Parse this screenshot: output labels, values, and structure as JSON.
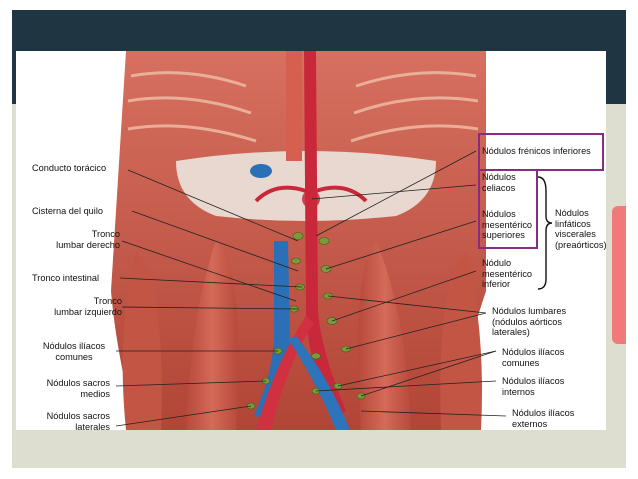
{
  "labels": {
    "conducto_toracico": "Conducto torácico",
    "cisterna_quilo": "Cisterna del quilo",
    "tronco_lumbar_derecho": "Tronco\nlumbar derecho",
    "tronco_intestinal": "Tronco intestinal",
    "tronco_lumbar_izquierdo": "Tronco\nlumbar izquierdo",
    "nodulos_iliacos_comunes_left": "Nódulos ilíacos\ncomunes",
    "nodulos_sacros_medios": "Nódulos sacros\nmedios",
    "nodulos_sacros_laterales": "Nódulos sacros\nlaterales",
    "nodulos_frenicos_inferiores": "Nódulos frénicos inferiores",
    "nodulos_celiacos": "Nódulos\nceliacos",
    "nodulos_mesenterico_superiores": "Nódulos\nmesentérico\nsuperiores",
    "nodulo_mesenterico_inferior": "Nódulo\nmesentérico\ninferior",
    "nodulos_linfaticos_viscerales": "Nódulos\nlinfáticos\nviscerales\n(preaórticos)",
    "nodulos_lumbares": "Nódulos lumbares\n(nódulos aórticos\nlaterales)",
    "nodulos_iliacos_comunes_right": "Nódulos ilíacos\ncomunes",
    "nodulos_iliacos_internos": "Nódulos ilíacos\ninternos",
    "nodulos_iliacos_externos": "Nódulos ilíacos\nexternos"
  },
  "colors": {
    "slide_bg": "#ddddd0",
    "top_bar": "#1f3542",
    "highlight_box": "#8a2b82",
    "accent_tab": "#f07a7a",
    "muscle": "#c8574a",
    "artery": "#c8283a",
    "vein": "#2b6fb6",
    "lymph_node": "#7a9a3a"
  }
}
